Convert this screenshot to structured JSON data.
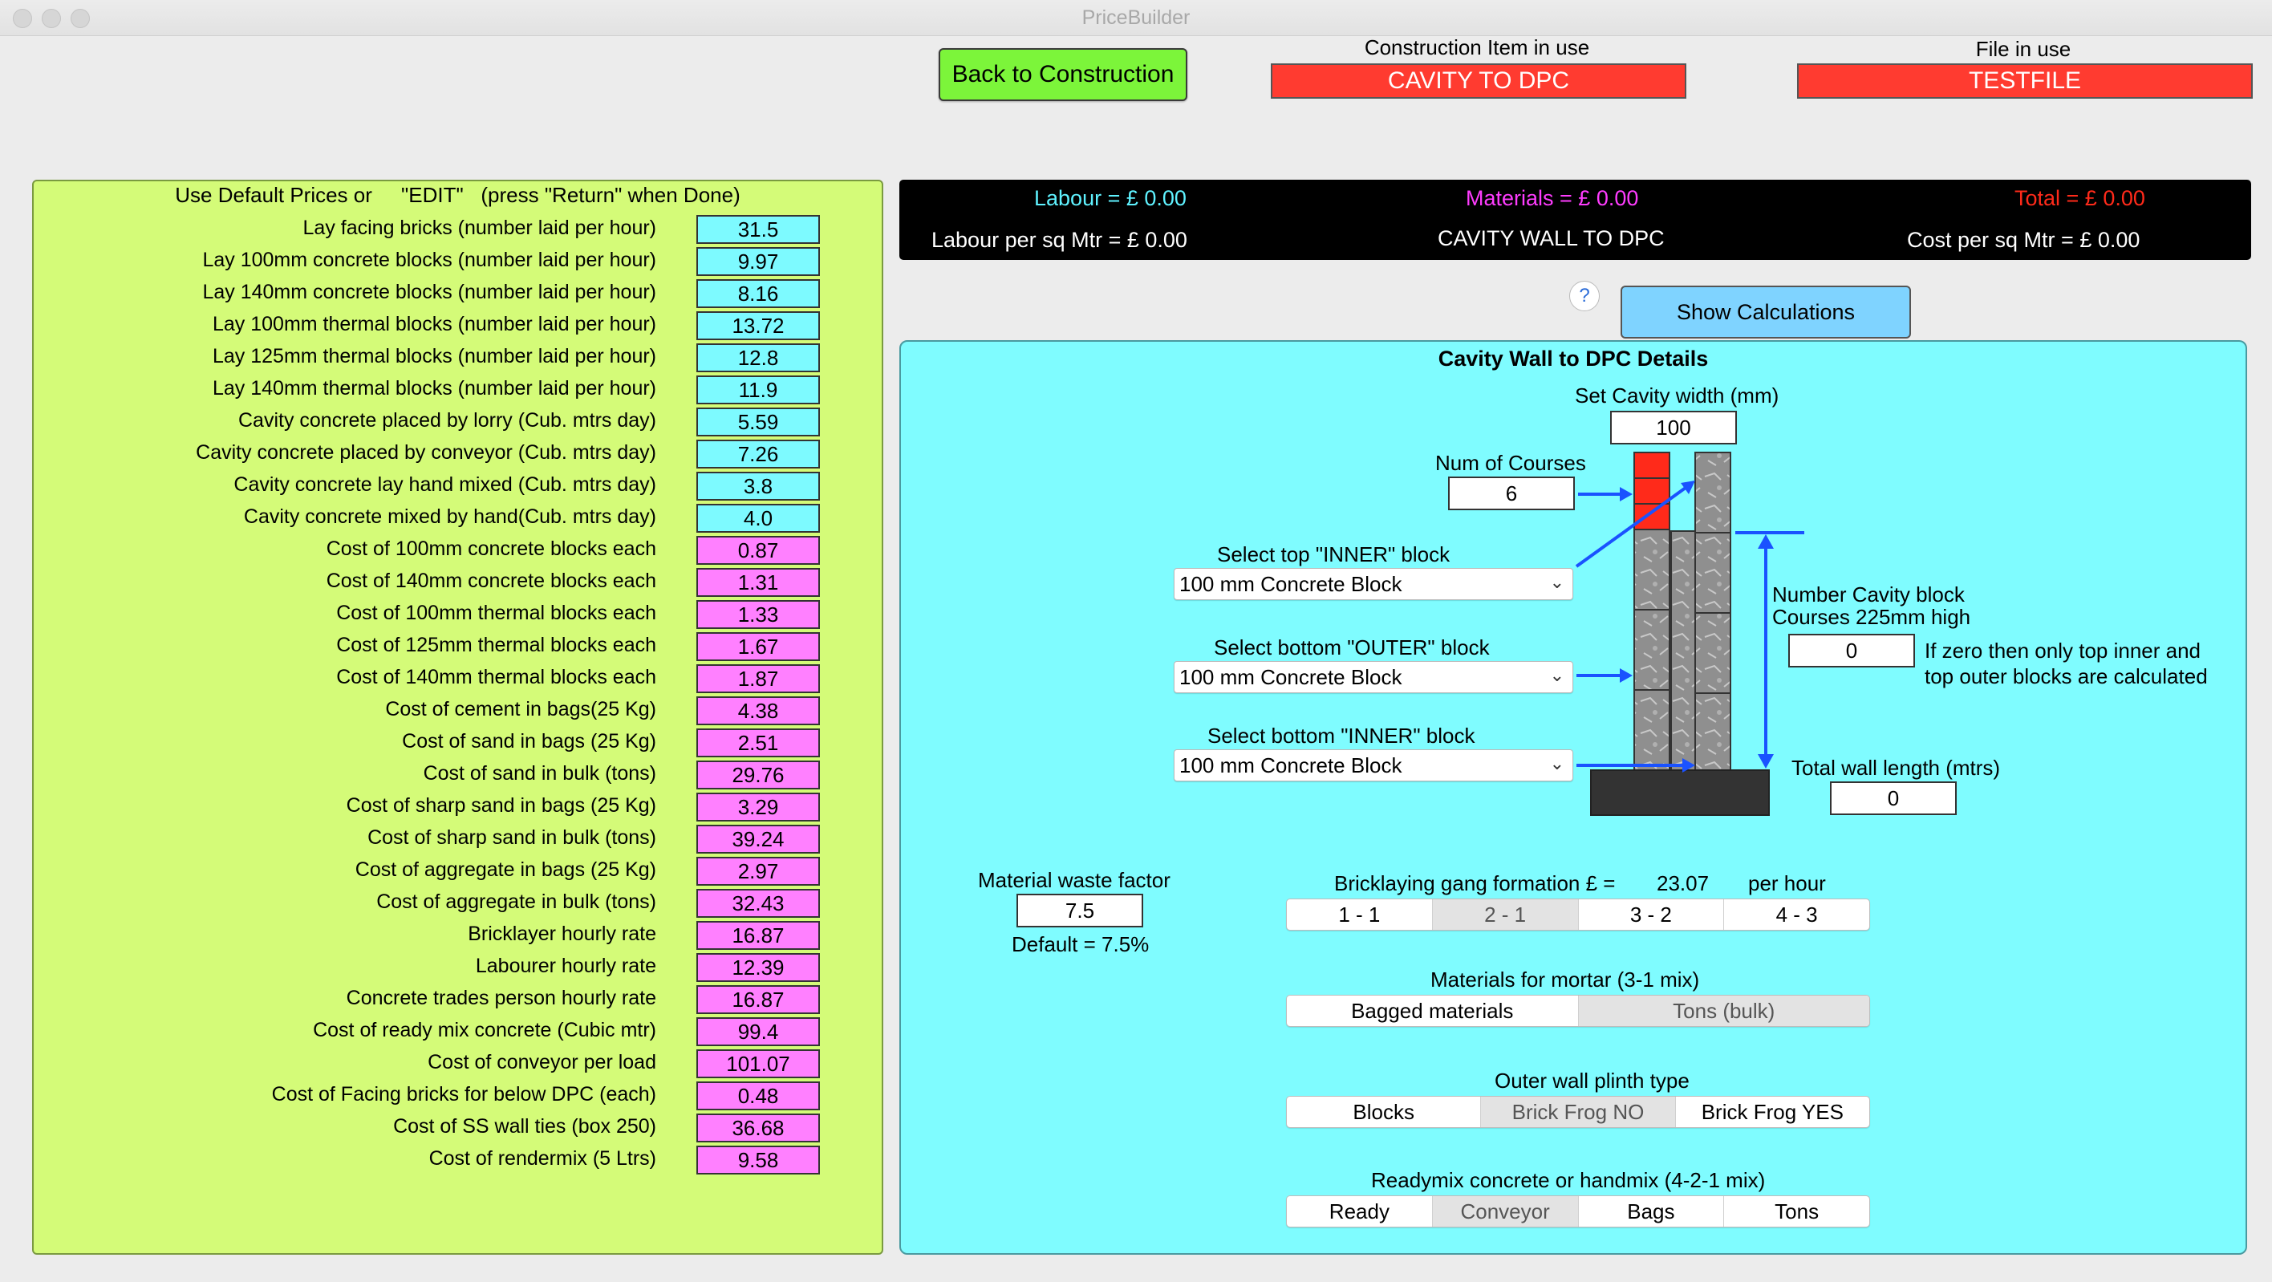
{
  "window": {
    "title": "PriceBuilder"
  },
  "top": {
    "back_button": "Back to Construction",
    "construction_caption": "Construction Item in use",
    "construction_value": "CAVITY TO DPC",
    "file_caption": "File in use",
    "file_value": "TESTFILE"
  },
  "left": {
    "header": "Use Default Prices or     \"EDIT\"   (press \"Return\" when Done)",
    "rows": [
      {
        "label": "Lay facing bricks (number laid per hour)",
        "value": "31.5",
        "color": "cyan"
      },
      {
        "label": "Lay 100mm concrete blocks (number laid per hour)",
        "value": "9.97",
        "color": "cyan"
      },
      {
        "label": "Lay 140mm concrete blocks (number laid per hour)",
        "value": "8.16",
        "color": "cyan"
      },
      {
        "label": "Lay 100mm thermal blocks (number laid per hour)",
        "value": "13.72",
        "color": "cyan"
      },
      {
        "label": "Lay 125mm thermal blocks (number laid per hour)",
        "value": "12.8",
        "color": "cyan"
      },
      {
        "label": "Lay 140mm thermal blocks (number laid per hour)",
        "value": "11.9",
        "color": "cyan"
      },
      {
        "label": "Cavity concrete placed by lorry (Cub. mtrs day)",
        "value": "5.59",
        "color": "cyan"
      },
      {
        "label": "Cavity concrete placed by conveyor (Cub. mtrs day)",
        "value": "7.26",
        "color": "cyan"
      },
      {
        "label": "Cavity concrete lay hand mixed (Cub. mtrs day)",
        "value": "3.8",
        "color": "cyan"
      },
      {
        "label": "Cavity concrete  mixed by hand(Cub. mtrs day)",
        "value": "4.0",
        "color": "cyan"
      },
      {
        "label": "Cost of 100mm concrete blocks each",
        "value": "0.87",
        "color": "pink"
      },
      {
        "label": "Cost of 140mm concrete blocks each",
        "value": "1.31",
        "color": "pink"
      },
      {
        "label": "Cost of 100mm thermal blocks each",
        "value": "1.33",
        "color": "pink"
      },
      {
        "label": "Cost of 125mm thermal blocks each",
        "value": "1.67",
        "color": "pink"
      },
      {
        "label": "Cost of 140mm thermal blocks each",
        "value": "1.87",
        "color": "pink"
      },
      {
        "label": "Cost of cement in bags(25 Kg)",
        "value": "4.38",
        "color": "pink"
      },
      {
        "label": "Cost of sand in bags (25 Kg)",
        "value": "2.51",
        "color": "pink"
      },
      {
        "label": "Cost of sand in bulk (tons)",
        "value": "29.76",
        "color": "pink"
      },
      {
        "label": "Cost of sharp sand in bags (25 Kg)",
        "value": "3.29",
        "color": "pink"
      },
      {
        "label": "Cost of sharp sand in bulk (tons)",
        "value": "39.24",
        "color": "pink"
      },
      {
        "label": "Cost of aggregate in bags (25 Kg)",
        "value": "2.97",
        "color": "pink"
      },
      {
        "label": "Cost of aggregate in bulk (tons)",
        "value": "32.43",
        "color": "pink"
      },
      {
        "label": "Bricklayer hourly rate",
        "value": "16.87",
        "color": "pink"
      },
      {
        "label": "Labourer hourly rate",
        "value": "12.39",
        "color": "pink"
      },
      {
        "label": "Concrete trades person hourly rate",
        "value": "16.87",
        "color": "pink"
      },
      {
        "label": "Cost of ready mix concrete (Cubic mtr)",
        "value": "99.4",
        "color": "pink"
      },
      {
        "label": "Cost of conveyor per load",
        "value": "101.07",
        "color": "pink"
      },
      {
        "label": "Cost of Facing bricks for below DPC (each)",
        "value": "0.48",
        "color": "pink"
      },
      {
        "label": "Cost of SS wall ties (box 250)",
        "value": "36.68",
        "color": "pink"
      },
      {
        "label": "Cost of rendermix (5 Ltrs)",
        "value": "9.58",
        "color": "pink"
      }
    ]
  },
  "summary": {
    "labour": "Labour = £  0.00",
    "materials": "Materials = £ 0.00",
    "total": "Total = £  0.00",
    "labour_sqm": "Labour per sq Mtr = £  0.00",
    "item_name": "CAVITY WALL TO DPC",
    "cost_sqm": "Cost per sq Mtr = £  0.00",
    "colors": {
      "labour": "#5ff2ff",
      "materials": "#ff3cff",
      "total": "#ff2a1a"
    }
  },
  "help_icon": "?",
  "show_calc_button": "Show Calculations",
  "details": {
    "title": "Cavity Wall to DPC Details",
    "cavity_width_label": "Set Cavity width (mm)",
    "cavity_width_value": "100",
    "num_courses_label": "Num of Courses",
    "num_courses_value": "6",
    "top_inner_label": "Select top \"INNER\" block",
    "top_inner_value": "100 mm Concrete Block",
    "bottom_outer_label": "Select bottom \"OUTER\" block",
    "bottom_outer_value": "100 mm Concrete Block",
    "bottom_inner_label": "Select bottom \"INNER\" block",
    "bottom_inner_value": "100 mm Concrete Block",
    "cavity_courses_label1": "Number Cavity block",
    "cavity_courses_label2": "Courses 225mm high",
    "cavity_courses_value": "0",
    "zero_note1": "If zero then only top inner and",
    "zero_note2": "top outer blocks are calculated",
    "wall_length_label": "Total wall length (mtrs)",
    "wall_length_value": "0",
    "waste_label": "Material waste factor",
    "waste_value": "7.5",
    "waste_default": "Default = 7.5%",
    "gang_label": "Bricklaying gang formation £ =",
    "gang_rate": "23.07",
    "gang_unit": "per hour",
    "gang_options": [
      "1 - 1",
      "2 - 1",
      "3 - 2",
      "4 - 3"
    ],
    "gang_selected": "2 - 1",
    "mortar_label": "Materials for mortar (3-1 mix)",
    "mortar_options": [
      "Bagged materials",
      "Tons (bulk)"
    ],
    "mortar_selected": "Tons (bulk)",
    "plinth_label": "Outer wall plinth type",
    "plinth_options": [
      "Blocks",
      "Brick Frog NO",
      "Brick Frog YES"
    ],
    "plinth_selected": "Brick Frog NO",
    "readymix_label": "Readymix concrete or handmix (4-2-1 mix)",
    "readymix_options": [
      "Ready",
      "Conveyor",
      "Bags",
      "Tons"
    ],
    "readymix_selected": "Conveyor"
  }
}
